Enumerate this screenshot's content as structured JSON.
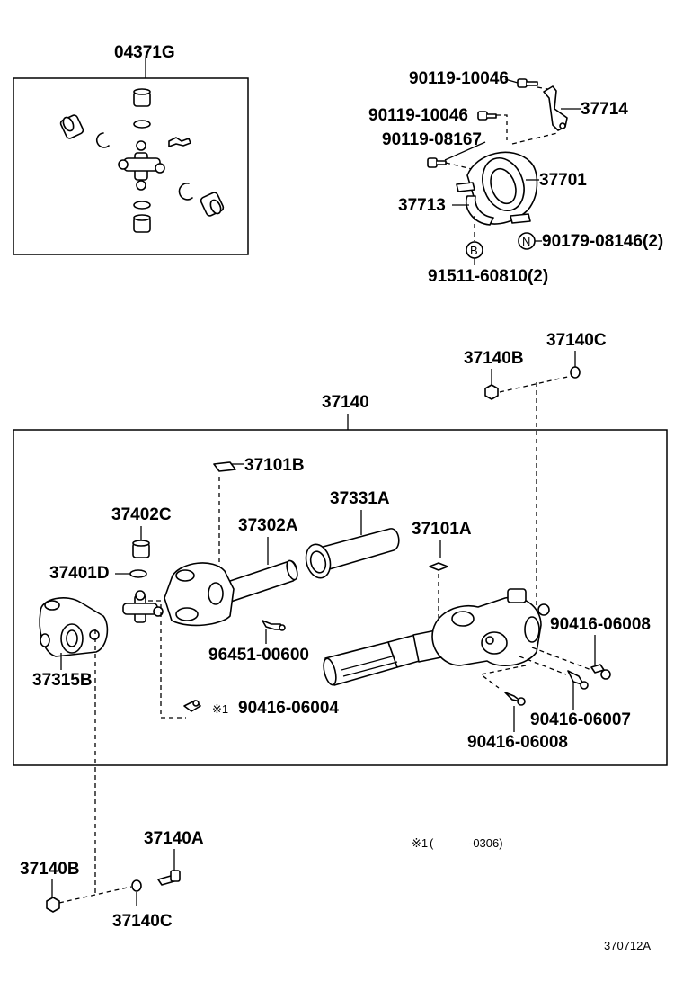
{
  "diagram_id": "370712A",
  "labels": {
    "kit_04371G": "04371G",
    "p90119_10046_top": "90119-10046",
    "p37714": "37714",
    "p90119_10046_mid": "90119-10046",
    "p90119_08167": "90119-08167",
    "p37701": "37701",
    "p37713": "37713",
    "p90179_08146": "90179-08146(2)",
    "p91511_60810": "91511-60810(2)",
    "callout_N": "N",
    "callout_B": "B",
    "p37140C_top": "37140C",
    "p37140B_top": "37140B",
    "assembly_37140": "37140",
    "p37101B": "37101B",
    "p37331A": "37331A",
    "p37402C": "37402C",
    "p37302A": "37302A",
    "p37101A": "37101A",
    "p37401D": "37401D",
    "p90416_06008_right": "90416-06008",
    "p37315B": "37315B",
    "p96451_00600": "96451-00600",
    "p90416_06004": "90416-06004",
    "ref_mark_1": "※1",
    "p90416_06007": "90416-06007",
    "p90416_06008_bottom": "90416-06008",
    "p37140A": "37140A",
    "p37140B_bottom": "37140B",
    "p37140C_bottom": "37140C",
    "footnote_mark": "※1",
    "footnote_paren_open": "(",
    "footnote_range": "-0306)"
  }
}
